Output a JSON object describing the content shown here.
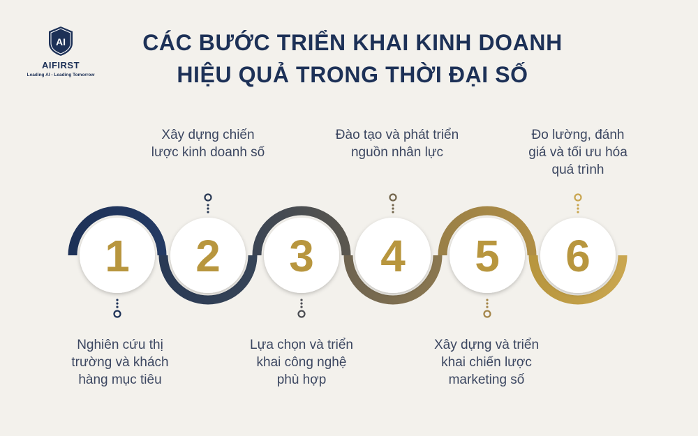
{
  "logo": {
    "mark": "AI",
    "name": "AIFIRST",
    "tagline": "Leading AI - Leading Tomorrow"
  },
  "title": {
    "line1": "CÁC BƯỚC TRIỂN KHAI KINH DOANH",
    "line2": "HIỆU QUẢ TRONG THỜI ĐẠI SỐ"
  },
  "colors": {
    "navy": "#1d3157",
    "gold": "#b8963e",
    "dark_gold": "#73664d",
    "background": "#f3f1ec"
  },
  "steps": [
    {
      "number": "1",
      "line1": "Nghiên cứu thị",
      "line2": "trường và khách",
      "line3": "hàng mục tiêu"
    },
    {
      "number": "2",
      "line1": "Xây dựng chiến",
      "line2": "lược kinh doanh số",
      "line3": ""
    },
    {
      "number": "3",
      "line1": "Lựa chọn và triển",
      "line2": "khai công nghệ",
      "line3": "phù hợp"
    },
    {
      "number": "4",
      "line1": "Đào tạo và phát triển",
      "line2": "nguồn nhân lực",
      "line3": ""
    },
    {
      "number": "5",
      "line1": "Xây dựng và triển",
      "line2": "khai chiến lược",
      "line3": "marketing số"
    },
    {
      "number": "6",
      "line1": "Đo lường, đánh",
      "line2": "giá và tối ưu hóa",
      "line3": "quá trình"
    }
  ]
}
